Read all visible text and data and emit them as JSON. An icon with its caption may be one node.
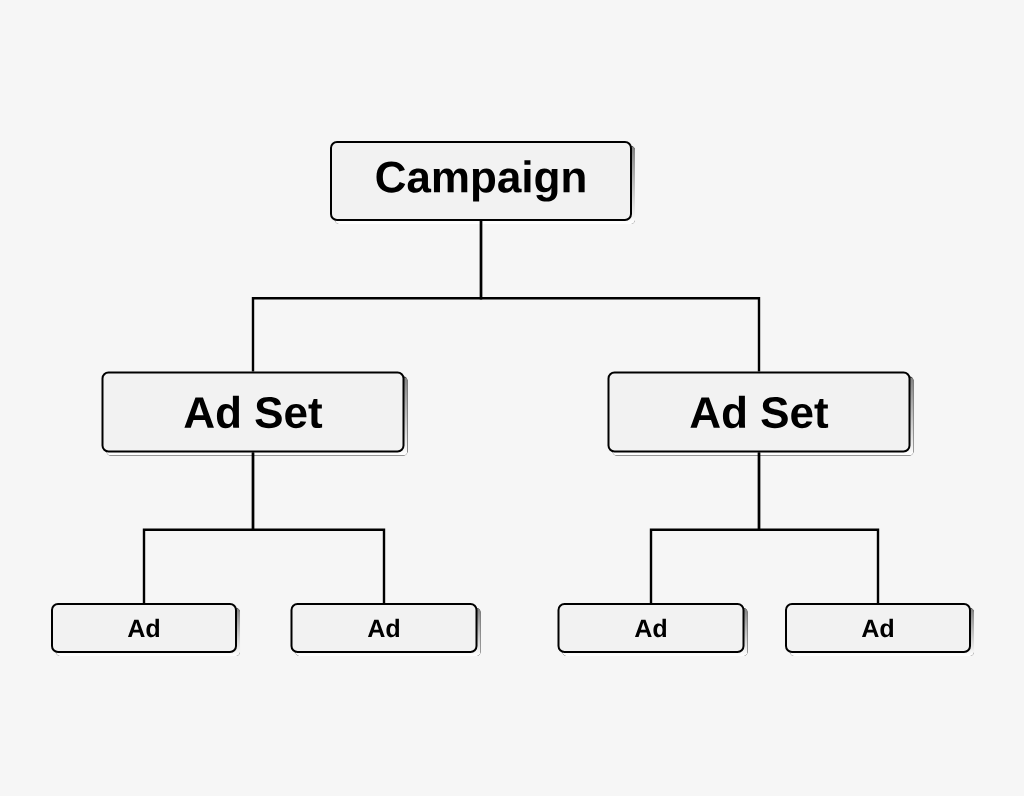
{
  "diagram": {
    "nodes": [
      {
        "text": [
          "Campaign"
        ]
      },
      {
        "text": [
          "Ad Set"
        ]
      },
      {
        "text": [
          "Ad Set"
        ]
      },
      {
        "text": [
          "Ad"
        ]
      },
      {
        "text": [
          "Ad"
        ]
      },
      {
        "text": [
          "Ad"
        ]
      },
      {
        "text": [
          "Ad"
        ]
      }
    ],
    "edges": [
      {
        "from": 0,
        "to": 1,
        "arrow": "none"
      },
      {
        "from": 0,
        "to": 2,
        "arrow": "none"
      },
      {
        "from": 1,
        "to": 3,
        "arrow": "none"
      },
      {
        "from": 1,
        "to": 4,
        "arrow": "none"
      },
      {
        "from": 2,
        "to": 5,
        "arrow": "none"
      },
      {
        "from": 2,
        "to": 6,
        "arrow": "none"
      }
    ]
  }
}
